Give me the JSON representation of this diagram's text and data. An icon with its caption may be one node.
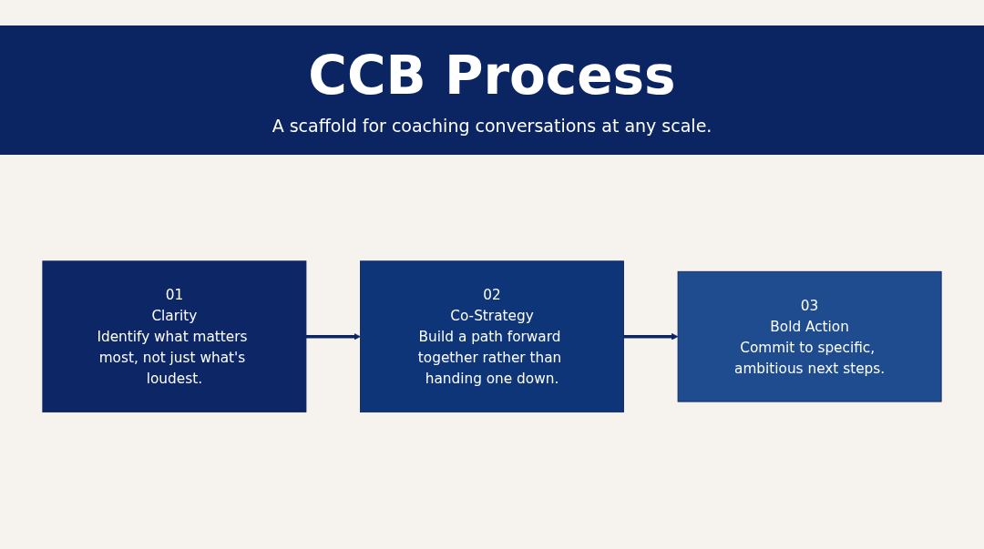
{
  "diagram": {
    "title": "CCB Process",
    "caption": "A scaffold for coaching conversations at any scale.",
    "nodes": [
      {
        "text": [
          "01",
          "Clarity",
          "Identify what matters most, not just what's loudest."
        ]
      },
      {
        "text": [
          "02",
          "Co-Strategy",
          "Build a path forward together rather than handing one down."
        ]
      },
      {
        "text": [
          "03",
          "Bold Action",
          "Commit to specific, ambitious next steps."
        ]
      }
    ],
    "edges": [
      {
        "from": 0,
        "to": 1,
        "arrow": "to"
      },
      {
        "from": 1,
        "to": 2,
        "arrow": "to"
      }
    ]
  }
}
